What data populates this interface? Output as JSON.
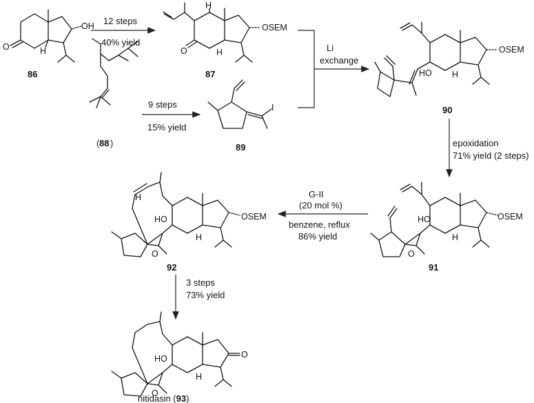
{
  "reagents": {
    "r1_top": "12 steps",
    "r1_bot": "40% yield",
    "r2_top": "9 steps",
    "r2_bot": "15% yield",
    "r3_top": "Li",
    "r3_bot": "exchange",
    "r4_top": "epoxidation",
    "r4_bot": "71% yield (2 steps)",
    "r5_l1": "G-II",
    "r5_l2": "(20 mol %)",
    "r5_l3": "benzene, reflux",
    "r5_l4": "86% yield",
    "r6_top": "3 steps",
    "r6_bot": "73% yield"
  },
  "compounds": {
    "c86": "86",
    "c87": "87",
    "c88_open": "(",
    "c88": "88",
    "c88_close": ")",
    "c89": "89",
    "c90": "90",
    "c91": "91",
    "c92": "92",
    "c93_prefix": "nitidasin (",
    "c93": "93",
    "c93_suffix": ")"
  },
  "atoms": {
    "OH": "OH",
    "O": "O",
    "H": "H",
    "OSEM": "OSEM",
    "I": "I",
    "HO": "HO"
  },
  "colors": {
    "ink": "#111111",
    "background": "#ffffff"
  }
}
